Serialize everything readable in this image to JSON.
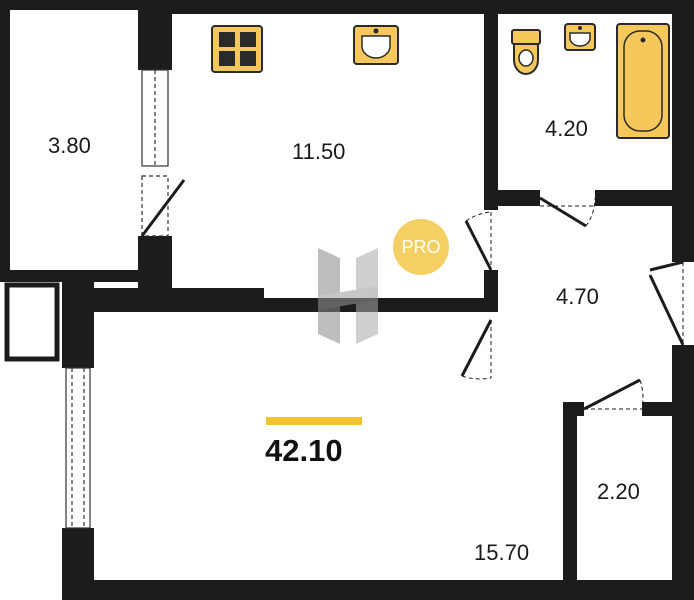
{
  "colors": {
    "wall": "#1c1c1c",
    "floor": "#ffffff",
    "fixture": "#f6c75a",
    "fixture_stroke": "#2a2a2a",
    "accent": "#f2c230",
    "badge": "#f3cf64",
    "watermark": "#9b9b9b"
  },
  "rooms": [
    {
      "id": "balcony",
      "area": "3.80"
    },
    {
      "id": "kitchen",
      "area": "11.50"
    },
    {
      "id": "bathroom",
      "area": "4.20"
    },
    {
      "id": "hallway",
      "area": "4.70"
    },
    {
      "id": "living-room",
      "area": "15.70"
    },
    {
      "id": "storage",
      "area": "2.20"
    }
  ],
  "total_area": "42.10",
  "badge_text": "PRO",
  "icons": [
    "stove-icon",
    "kitchen-sink-icon",
    "toilet-icon",
    "washbasin-icon",
    "bathtub-icon",
    "watermark-logo-icon"
  ]
}
